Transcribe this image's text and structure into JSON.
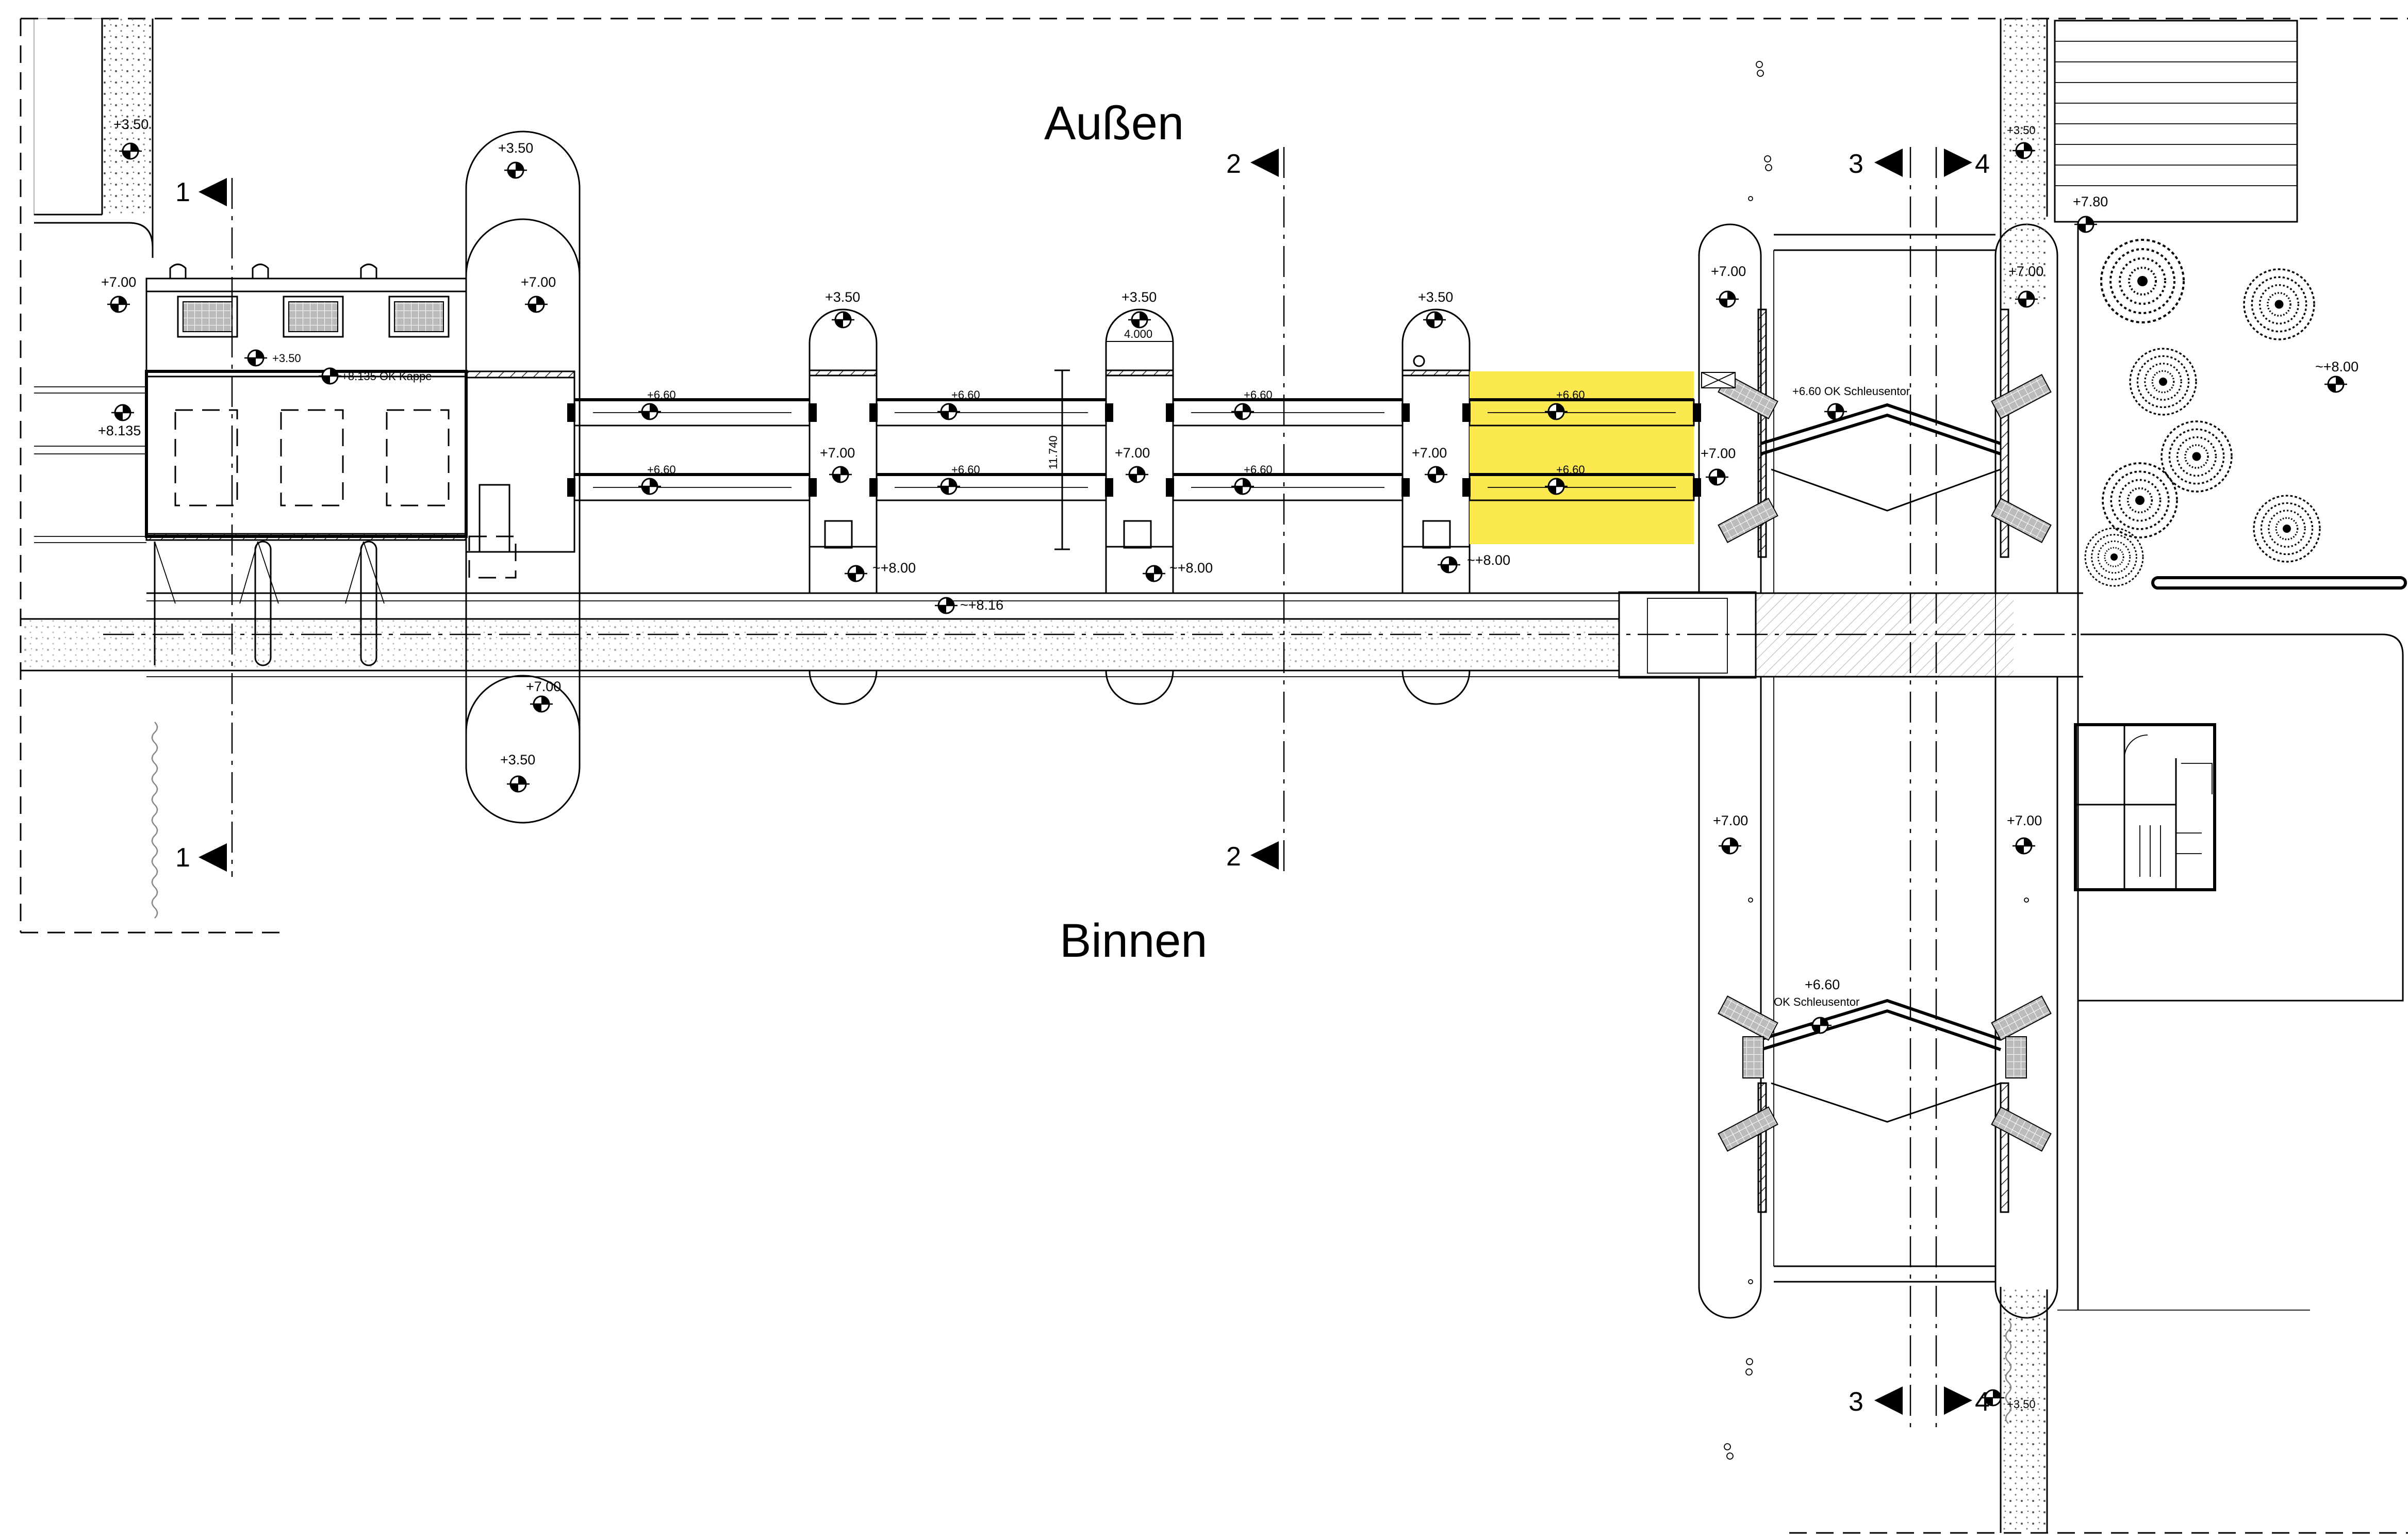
{
  "drawing": {
    "label_outside": "Außen",
    "label_inside": "Binnen",
    "dimension_gate_width": "4.000",
    "dimension_chamber_width": "11.740",
    "highlight_color": "#fce94f"
  },
  "sections": [
    {
      "id": "1",
      "label": "1"
    },
    {
      "id": "2",
      "label": "2"
    },
    {
      "id": "3",
      "label": "3"
    },
    {
      "id": "4",
      "label": "4"
    }
  ],
  "levels": {
    "wall_top_left": "+3.50",
    "left_a": "+7.00",
    "left_b": "+8.135",
    "kappe": "+8.135  OK Kappe",
    "kappe_small": "+3.50",
    "pier1_top": "+3.50",
    "pier1_mid": "+7.00",
    "pier1_low": "+7.00",
    "pier1_bottom": "+3.50",
    "pier2_top": "+3.50",
    "pier2_mid": "+7.00",
    "pier2_road": "~+8.00",
    "pier3_top": "+3.50",
    "pier3_mid": "+7.00",
    "pier3_road": "~+8.00",
    "pier4_top": "+3.50",
    "pier4_mid": "+7.00",
    "pier4_road": "~+8.00",
    "road": "~+8.16",
    "gate1_upper": "+6.60",
    "gate1_lower": "+6.60",
    "gate2_upper": "+6.60",
    "gate2_lower": "+6.60",
    "gate3_upper": "+6.60",
    "gate3_lower": "+6.60",
    "gate4_upper": "+6.60",
    "gate4_lower": "+6.60",
    "lock_left_top": "+7.00",
    "lock_left_mid": "+7.00",
    "lock_right_top": "+7.00",
    "lock_left_low": "+7.00",
    "lock_right_low": "+7.00",
    "lock_gate_upper": "+6.60  OK Schleusentor",
    "lock_gate_lower_level": "+6.60",
    "lock_gate_lower_label": "OK  Schleusentor",
    "right_top_wall": "+3.50",
    "right_top": "+7.80",
    "right_field": "~+8.00",
    "right_bottom_wall": "+3.50"
  }
}
